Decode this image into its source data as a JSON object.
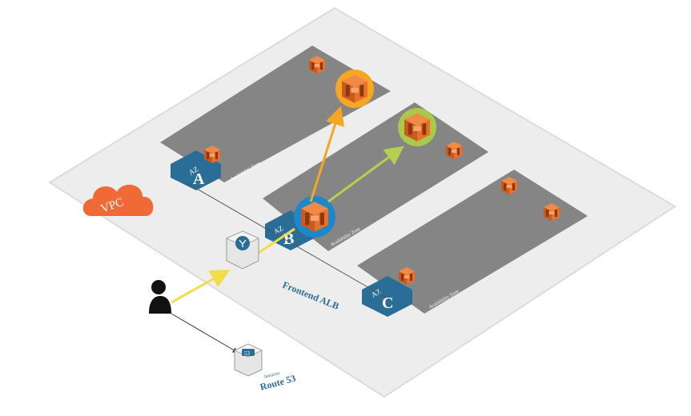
{
  "colors": {
    "platform": "#ededed",
    "platform_edge": "#d7d7d7",
    "zone_fill": "#858585",
    "zone_badge": "#2a6d97",
    "vpc_cloud": "#ef6a36",
    "ec2_orange": "#e8712a",
    "ec2_dark": "#a8481a",
    "highlight_orange": "#f5a623",
    "highlight_green": "#a9c94a",
    "highlight_blue": "#1f87c8",
    "arrow_yellow": "#f3dc4a",
    "arrow_orange": "#f5a623",
    "arrow_green": "#b5cf4f",
    "label_blue": "#2a6d97"
  },
  "vpc": {
    "label": "VPC"
  },
  "zones": [
    {
      "badge_prefix": "AZ",
      "badge_letter": "A",
      "caption": "Availability Zone"
    },
    {
      "badge_prefix": "AZ",
      "badge_letter": "B",
      "caption": "Availability Zone"
    },
    {
      "badge_prefix": "AZ",
      "badge_letter": "C",
      "caption": "Availability Zone"
    }
  ],
  "frontend": {
    "label": "Frontend ALB"
  },
  "route53": {
    "brand": "Amazon",
    "label": "Route 53",
    "badge": "53"
  },
  "icons": {
    "user": "user-icon",
    "load_balancer": "load-balancer-icon",
    "ec2": "ec2-instance-icon",
    "route53": "route53-icon",
    "cloud": "vpc-cloud-icon"
  }
}
